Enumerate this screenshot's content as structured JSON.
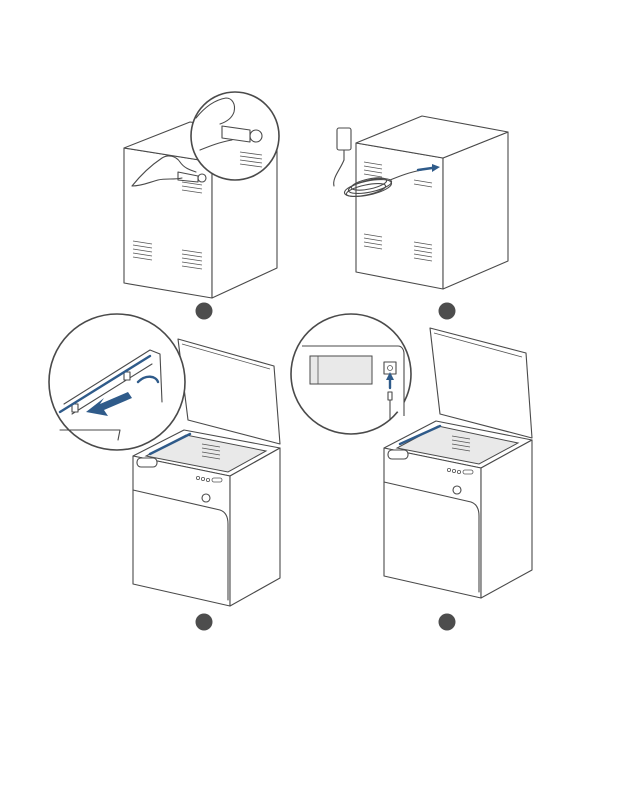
{
  "figure": {
    "panels": [
      {
        "id": "panel-1",
        "step_marker_icon": "step-dot-icon",
        "shows": [
          "cabinet-back-view",
          "hand-inserting-plug-icon",
          "magnifier-icon"
        ]
      },
      {
        "id": "panel-2",
        "step_marker_icon": "step-dot-icon",
        "shows": [
          "cabinet-back-view",
          "power-adapter-icon",
          "coiled-cable-icon",
          "insert-arrow-icon"
        ]
      },
      {
        "id": "panel-3",
        "step_marker_icon": "step-dot-icon",
        "shows": [
          "open-lid-unit",
          "magnifier-icon",
          "route-arrow-icon"
        ]
      },
      {
        "id": "panel-4",
        "step_marker_icon": "step-dot-icon",
        "shows": [
          "open-lid-unit",
          "magnifier-icon",
          "connector-arrow-icon"
        ]
      }
    ],
    "colors": {
      "line": "#4a4a4a",
      "accent": "#2f5b8a",
      "marker": "#4d4d4d",
      "background": "#ffffff"
    }
  }
}
